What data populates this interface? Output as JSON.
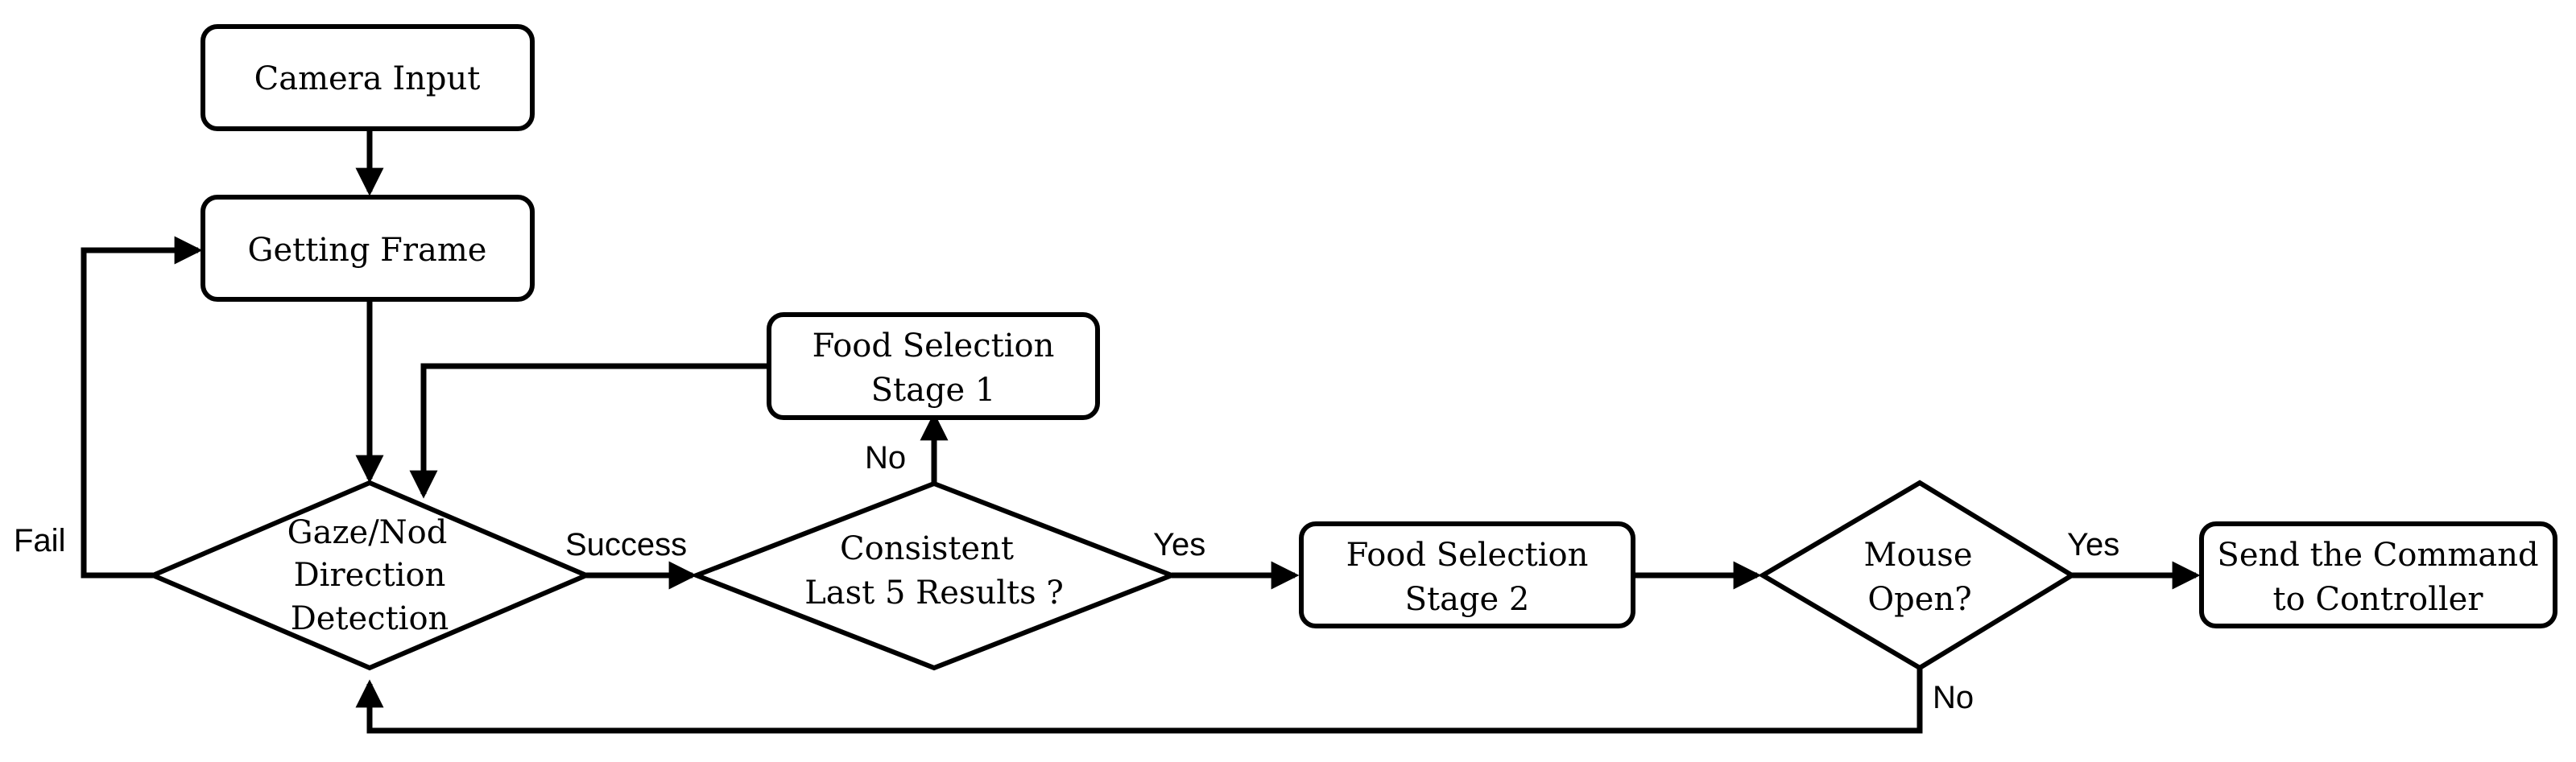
{
  "nodes": {
    "camera_input": "Camera Input",
    "getting_frame": "Getting Frame",
    "gaze_detection": [
      "Gaze/Nod",
      "Direction",
      "Detection"
    ],
    "food_stage1": [
      "Food Selection",
      "Stage 1"
    ],
    "consistent_check": [
      "Consistent",
      "Last 5 Results ?"
    ],
    "food_stage2": [
      "Food Selection",
      "Stage 2"
    ],
    "mouse_open": [
      "Mouse",
      "Open?"
    ],
    "send_command": [
      "Send the Command",
      "to Controller"
    ]
  },
  "edge_labels": {
    "fail": "Fail",
    "success": "Success",
    "yes_consistent": "Yes",
    "no_consistent": "No",
    "yes_mouse": "Yes",
    "no_mouse": "No"
  }
}
